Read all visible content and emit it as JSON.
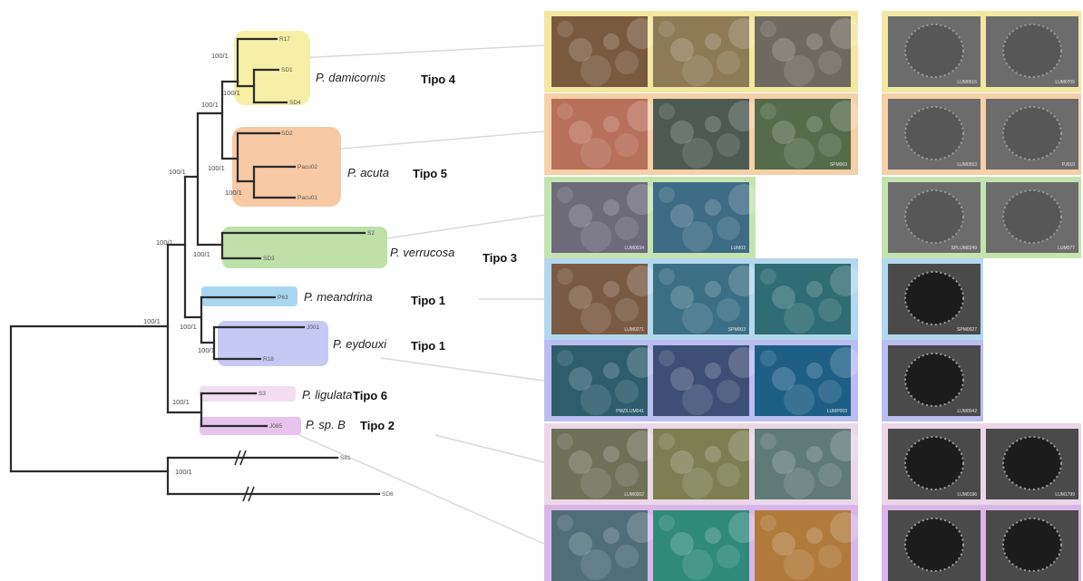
{
  "tree": {
    "support_label": "100/1",
    "clades": [
      {
        "key": "damicornis",
        "species": "P. damicornis",
        "tipo": "Tipo 4",
        "tips": [
          "R17",
          "SD1",
          "SD4"
        ],
        "color": "#f6f0a6",
        "frame": "#f3e7a2"
      },
      {
        "key": "acuta",
        "species": "P. acuta",
        "tipo": "Tipo 5",
        "tips": [
          "SD2",
          "Pacu02",
          "Pacu01"
        ],
        "color": "#f7c9a4",
        "frame": "#f5d0a8"
      },
      {
        "key": "verrucosa",
        "species": "P. verrucosa",
        "tipo": "Tipo 3",
        "tips": [
          "S2",
          "SD3"
        ],
        "color": "#bfe0a8",
        "frame": "#c5e3b0"
      },
      {
        "key": "meandrina",
        "species": "P. meandrina",
        "tipo": "Tipo 1",
        "tips": [
          "P63"
        ],
        "color": "#a9d7f1",
        "frame": "#b3d8ee"
      },
      {
        "key": "eydouxi",
        "species": "P. eydouxi",
        "tipo": "Tipo 1",
        "tips": [
          "J001",
          "R18"
        ],
        "color": "#c6c9f3",
        "frame": "#b9bdf0"
      },
      {
        "key": "ligulata",
        "species": "P. ligulata",
        "tipo": "Tipo 6",
        "tips": [
          "S3"
        ],
        "color": "#f2def0",
        "frame": "#ead7e8"
      },
      {
        "key": "spB",
        "species": "P. sp. B",
        "tipo": "Tipo 2",
        "tips": [
          "J085"
        ],
        "color": "#e7c3ee",
        "frame": "#d9b6ea"
      }
    ],
    "outgroup_tips": [
      "S81",
      "SD6"
    ]
  },
  "photo_ids": {
    "row0": [
      "",
      "",
      ""
    ],
    "row1": [
      "",
      "",
      "SPM003"
    ],
    "row2": [
      "LUM0034",
      "LUM03"
    ],
    "row3": [
      "LUM0271",
      "SPM003",
      ""
    ],
    "row4": [
      "PMZ/LUM041",
      "",
      "LUMP003"
    ],
    "row5": [
      "LUM0002",
      "",
      ""
    ],
    "row6": [
      "",
      "",
      ""
    ],
    "sem0": [
      "LUM0516",
      "LUM0705"
    ],
    "sem1": [
      "LUM0553",
      "PJ010"
    ],
    "sem2": [
      "SPLUM0249",
      "LUM077"
    ],
    "sem3": [
      "SPM0027"
    ],
    "sem4": [
      "LUM0042"
    ],
    "sem5": [
      "LUM0196",
      "LUM1799"
    ],
    "sem6": [
      "",
      ""
    ]
  }
}
